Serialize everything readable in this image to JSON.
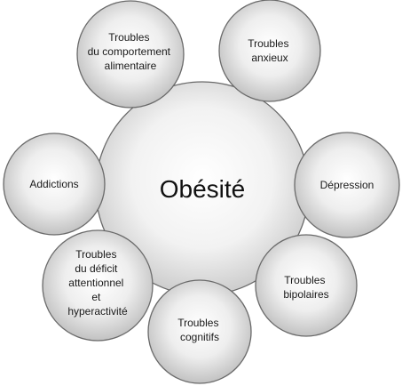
{
  "colors": {
    "circle_center": "#ffffff",
    "circle_edge": "#bdbdbd",
    "stroke": "#6a6a6a"
  },
  "center": {
    "label": "Obésité"
  },
  "nodes": [
    {
      "id": "tca",
      "lines": [
        "Troubles",
        "du comportement",
        "alimentaire"
      ]
    },
    {
      "id": "anxieux",
      "lines": [
        "Troubles",
        "anxieux"
      ]
    },
    {
      "id": "depression",
      "lines": [
        "Dépression"
      ]
    },
    {
      "id": "bipolaires",
      "lines": [
        "Troubles",
        "bipolaires"
      ]
    },
    {
      "id": "cognitifs",
      "lines": [
        "Troubles",
        "cognitifs"
      ]
    },
    {
      "id": "tdah",
      "lines": [
        "Troubles",
        "du déficit",
        "attentionnel",
        "et",
        "hyperactivité"
      ]
    },
    {
      "id": "addictions",
      "lines": [
        "Addictions"
      ]
    }
  ]
}
